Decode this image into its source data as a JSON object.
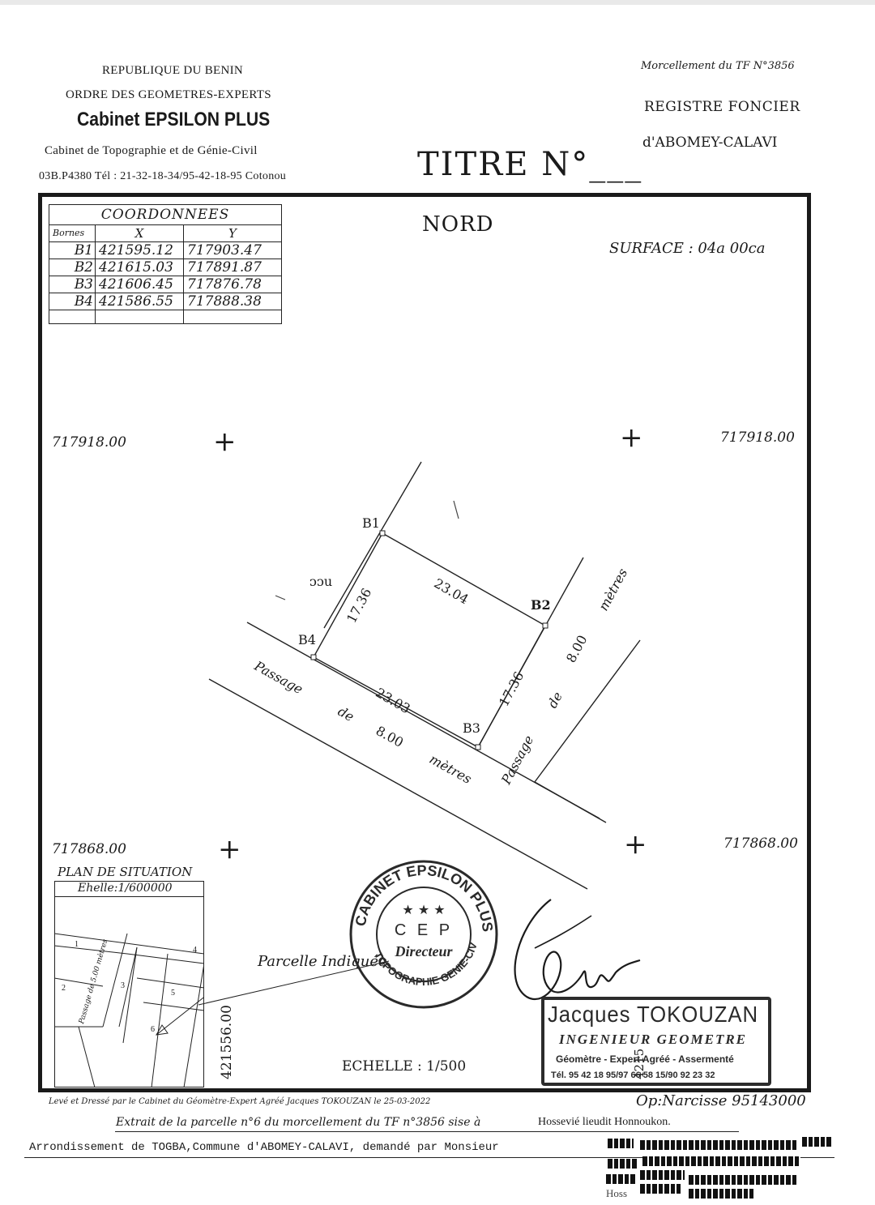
{
  "header": {
    "republic": "REPUBLIQUE DU BENIN",
    "order": "ORDRE DES GEOMETRES-EXPERTS",
    "cabinet_name": "Cabinet EPSILON PLUS",
    "cabinet_type": "Cabinet de Topographie et de Génie-Civil",
    "contact": "03B.P4380 Tél : 21-32-18-34/95-42-18-95 Cotonou",
    "morcellement": "Morcellement du TF N°3856",
    "registre": "REGISTRE FONCIER",
    "locality": "d'ABOMEY-CALAVI",
    "titre": "TITRE N°___"
  },
  "plan": {
    "north": "NORD",
    "surface": "SURFACE  :  04a  00ca",
    "scale": "ECHELLE : 1/500",
    "operator": "Op:Narcisse 95143000"
  },
  "coordinates": {
    "title": "COORDONNEES",
    "col_bornes": "Bornes",
    "col_x": "X",
    "col_y": "Y",
    "rows": [
      {
        "b": "B1",
        "x": "421595.12",
        "y": "717903.47"
      },
      {
        "b": "B2",
        "x": "421615.03",
        "y": "717891.87"
      },
      {
        "b": "B3",
        "x": "421606.45",
        "y": "717876.78"
      },
      {
        "b": "B4",
        "x": "421586.55",
        "y": "717888.38"
      }
    ]
  },
  "grid": {
    "y_top": "717918.00",
    "y_bottom": "717868.00",
    "x_left": "421556.00",
    "x_right_partial": "4215",
    "cross_label": "+"
  },
  "parcel": {
    "b1": "B1",
    "b2": "B2",
    "b3": "B3",
    "b4": "B4",
    "side_top": "23.04",
    "side_bottom": "23.03",
    "side_left": "17.36",
    "side_right": "17.36",
    "neighbor_partial": "ᴐᴐu",
    "passage_bottom": [
      "Passage",
      "de",
      "8.00",
      "mètres"
    ],
    "passage_right": [
      "Passage",
      "de",
      "8.00",
      "mètres"
    ]
  },
  "situation": {
    "title": "PLAN   DE SITUATION",
    "scale": "Ehelle:1/600000",
    "passage": "Passage de 5.00 mètres",
    "lots": [
      "1",
      "2",
      "3",
      "4",
      "5",
      "6"
    ],
    "arrow_label": "Parcelle Indiquée"
  },
  "stamps": {
    "round_top": "CABINET EPSILON PLUS",
    "round_bottom": "TOPOGRAPHIE GENIE-CIVIL",
    "round_initials": "C E P",
    "round_role": "Directeur",
    "round_stars": "★ ★ ★",
    "name": "Jacques TOKOUZAN",
    "title": "INGENIEUR GEOMETRE",
    "line": "Géomètre - Expert Agréé - Assermenté",
    "phone": "Tél. 95 42 18 95/97 66 58 15/90 92 23 32"
  },
  "footer": {
    "leve": "Levé et Dressé par le Cabinet du Géomètre-Expert Agréé Jacques TOKOUZAN  le 25-03-2022",
    "extrait_prefix": "Extrait de la parcelle  n°6 du  morcellement du TF n°3856  sise à",
    "extrait_place": "Hossevié lieudit Honnoukon.",
    "arrondissement": "Arrondissement de TOGBA,Commune d'ABOMEY-CALAVI, demandé par Monsieur",
    "partial": "Hoss"
  }
}
